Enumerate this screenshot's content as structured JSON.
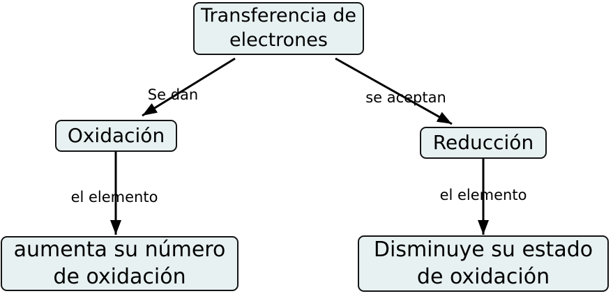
{
  "colors": {
    "node_fill": "#e8f1f2",
    "node_border": "#141414",
    "arrow": "#000000",
    "text": "#000000",
    "background": "#ffffff"
  },
  "nodes": {
    "transfer": {
      "label": "Transferencia de electrones"
    },
    "oxidation": {
      "label": "Oxidación"
    },
    "reduction": {
      "label": "Reducción"
    },
    "oxidation_effect": {
      "label": "aumenta su número de oxidación"
    },
    "reduction_effect": {
      "label": "Disminuye su estado de oxidación"
    }
  },
  "edges": {
    "give": {
      "label": "Se dan",
      "from": "transfer",
      "to": "oxidation"
    },
    "accept": {
      "label": "se aceptan",
      "from": "transfer",
      "to": "reduction"
    },
    "element_left": {
      "label": "el elemento",
      "from": "oxidation",
      "to": "oxidation_effect"
    },
    "element_right": {
      "label": "el elemento",
      "from": "reduction",
      "to": "reduction_effect"
    }
  }
}
